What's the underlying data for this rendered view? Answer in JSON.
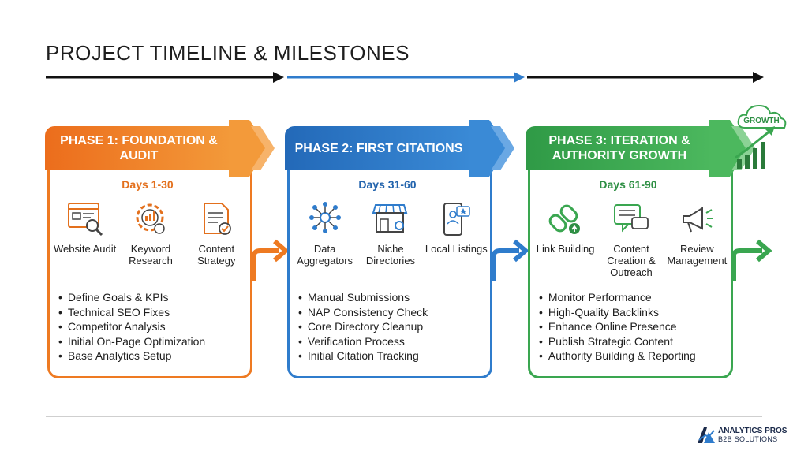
{
  "title": "PROJECT TIMELINE & MILESTONES",
  "colors": {
    "phase1": "#ee7a22",
    "phase2": "#2f7ccc",
    "phase3": "#3aa650",
    "text": "#1e1e1e"
  },
  "phases": [
    {
      "header": "PHASE 1: FOUNDATION & AUDIT",
      "days": "Days 1-30",
      "icons": [
        {
          "icon": "website-audit-icon",
          "label": "Website Audit"
        },
        {
          "icon": "keyword-research-icon",
          "label": "Keyword Research"
        },
        {
          "icon": "content-strategy-icon",
          "label": "Content Strategy"
        }
      ],
      "tasks": [
        "Define Goals & KPIs",
        "Technical SEO Fixes",
        "Competitor Analysis",
        "Initial On-Page Optimization",
        "Base Analytics Setup"
      ]
    },
    {
      "header": "PHASE 2: FIRST CITATIONS",
      "days": "Days 31-60",
      "icons": [
        {
          "icon": "data-aggregators-icon",
          "label": "Data Aggregators"
        },
        {
          "icon": "niche-directories-icon",
          "label": "Niche Directories"
        },
        {
          "icon": "local-listings-icon",
          "label": "Local Listings"
        }
      ],
      "tasks": [
        "Manual Submissions",
        "NAP Consistency Check",
        "Core Directory Cleanup",
        "Verification Process",
        "Initial Citation Tracking"
      ]
    },
    {
      "header": "PHASE 3: ITERATION & AUTHORITY GROWTH",
      "days": "Days 61-90",
      "icons": [
        {
          "icon": "link-building-icon",
          "label": "Link Building"
        },
        {
          "icon": "content-outreach-icon",
          "label": "Content Creation & Outreach"
        },
        {
          "icon": "review-management-icon",
          "label": "Review Management"
        }
      ],
      "tasks": [
        "Monitor Performance",
        "High-Quality Backlinks",
        "Enhance Online Presence",
        "Publish Strategic Content",
        "Authority Building & Reporting"
      ]
    }
  ],
  "growth_badge": "GROWTH",
  "logo": {
    "line1": "ANALYTICS PROS",
    "line2": "B2B SOLUTIONS"
  }
}
